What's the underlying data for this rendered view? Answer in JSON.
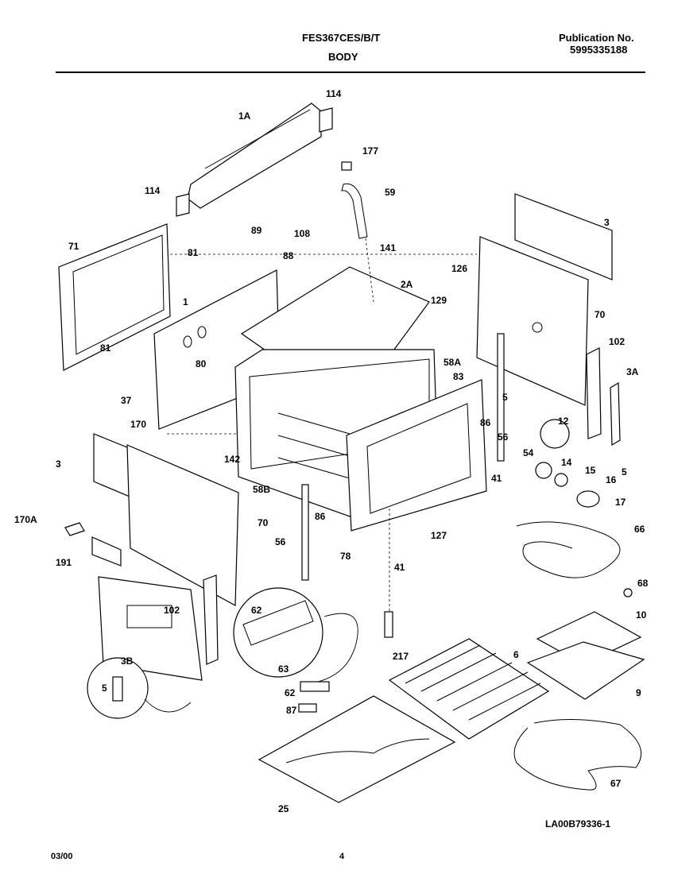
{
  "header": {
    "model": "FES367CES/B/T",
    "section": "BODY",
    "publication_label": "Publication No.",
    "publication_number": "5995335188"
  },
  "callouts": [
    "1A",
    "114",
    "114",
    "177",
    "59",
    "71",
    "81",
    "89",
    "108",
    "88",
    "141",
    "126",
    "129",
    "2A",
    "3",
    "70",
    "1",
    "81",
    "80",
    "37",
    "58A",
    "83",
    "102",
    "3A",
    "5",
    "86",
    "12",
    "170",
    "3",
    "142",
    "56",
    "54",
    "14",
    "15",
    "16",
    "17",
    "5",
    "58B",
    "41",
    "86",
    "70",
    "170A",
    "191",
    "56",
    "78",
    "127",
    "41",
    "66",
    "68",
    "10",
    "102",
    "62",
    "63",
    "217",
    "6",
    "3B",
    "5",
    "62",
    "9",
    "87",
    "67",
    "25"
  ],
  "drawing_code": "LA00B79336-1",
  "footer": {
    "date": "03/00",
    "page": "4"
  }
}
